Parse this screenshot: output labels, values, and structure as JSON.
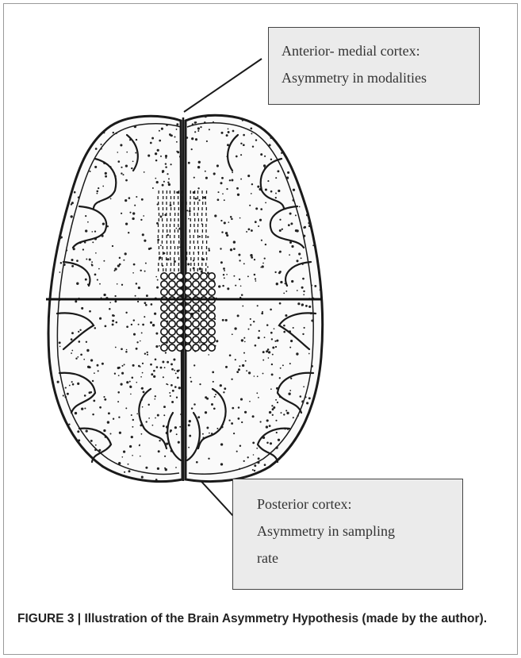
{
  "figure": {
    "caption_label": "FIGURE 3 |",
    "caption_text": "Illustration of the Brain Asymmetry Hypothesis (made by the author)."
  },
  "callouts": {
    "anterior": {
      "line1": "Anterior- medial cortex:",
      "line2": "Asymmetry in modalities"
    },
    "posterior": {
      "line1": "Posterior cortex:",
      "line2": "Asymmetry in sampling",
      "line3": "rate"
    }
  },
  "colors": {
    "ink": "#1a1a1a",
    "callout_fill": "#ebebeb",
    "frame": "#9a9a9a"
  }
}
